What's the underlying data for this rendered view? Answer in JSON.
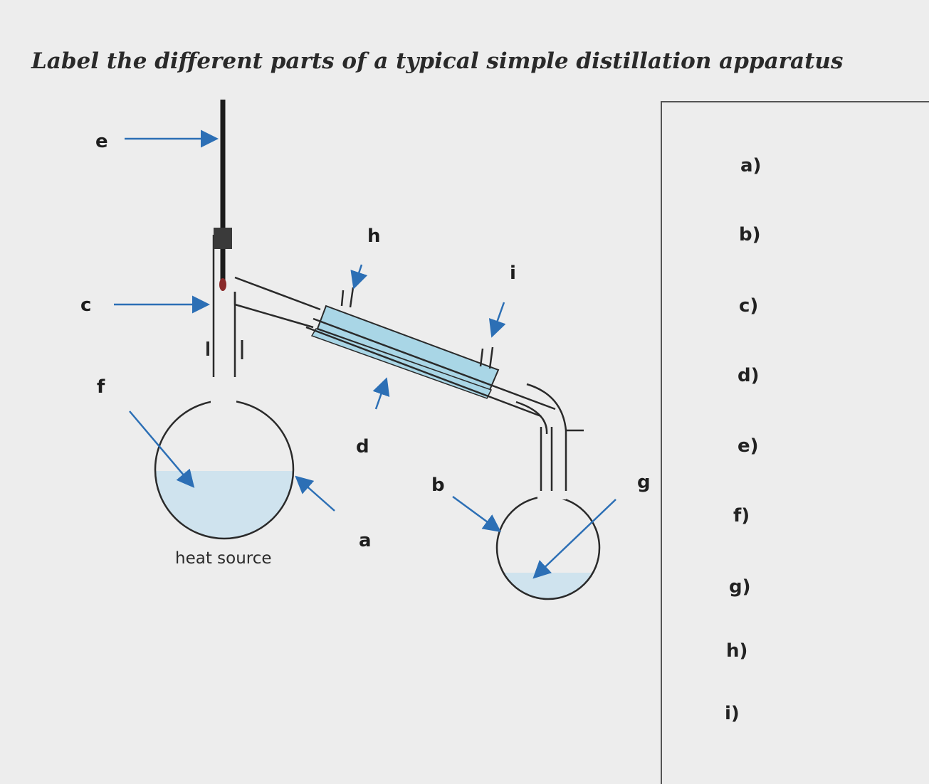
{
  "title": "Label the different parts of a typical simple distillation apparatus",
  "diagram_labels": {
    "e": "e",
    "c": "c",
    "f": "f",
    "h": "h",
    "i": "i",
    "d": "d",
    "b": "b",
    "g": "g",
    "a": "a",
    "heat": "heat source"
  },
  "answers": [
    "a)",
    "b)",
    "c)",
    "d)",
    "e)",
    "f)",
    "g)",
    "h)",
    "i)"
  ],
  "colors": {
    "arrow": "#2c6fb5",
    "liquid": "#cfe3ee",
    "condenser_jacket": "#a9d6e6",
    "glass_outline": "#2a2a2a"
  }
}
